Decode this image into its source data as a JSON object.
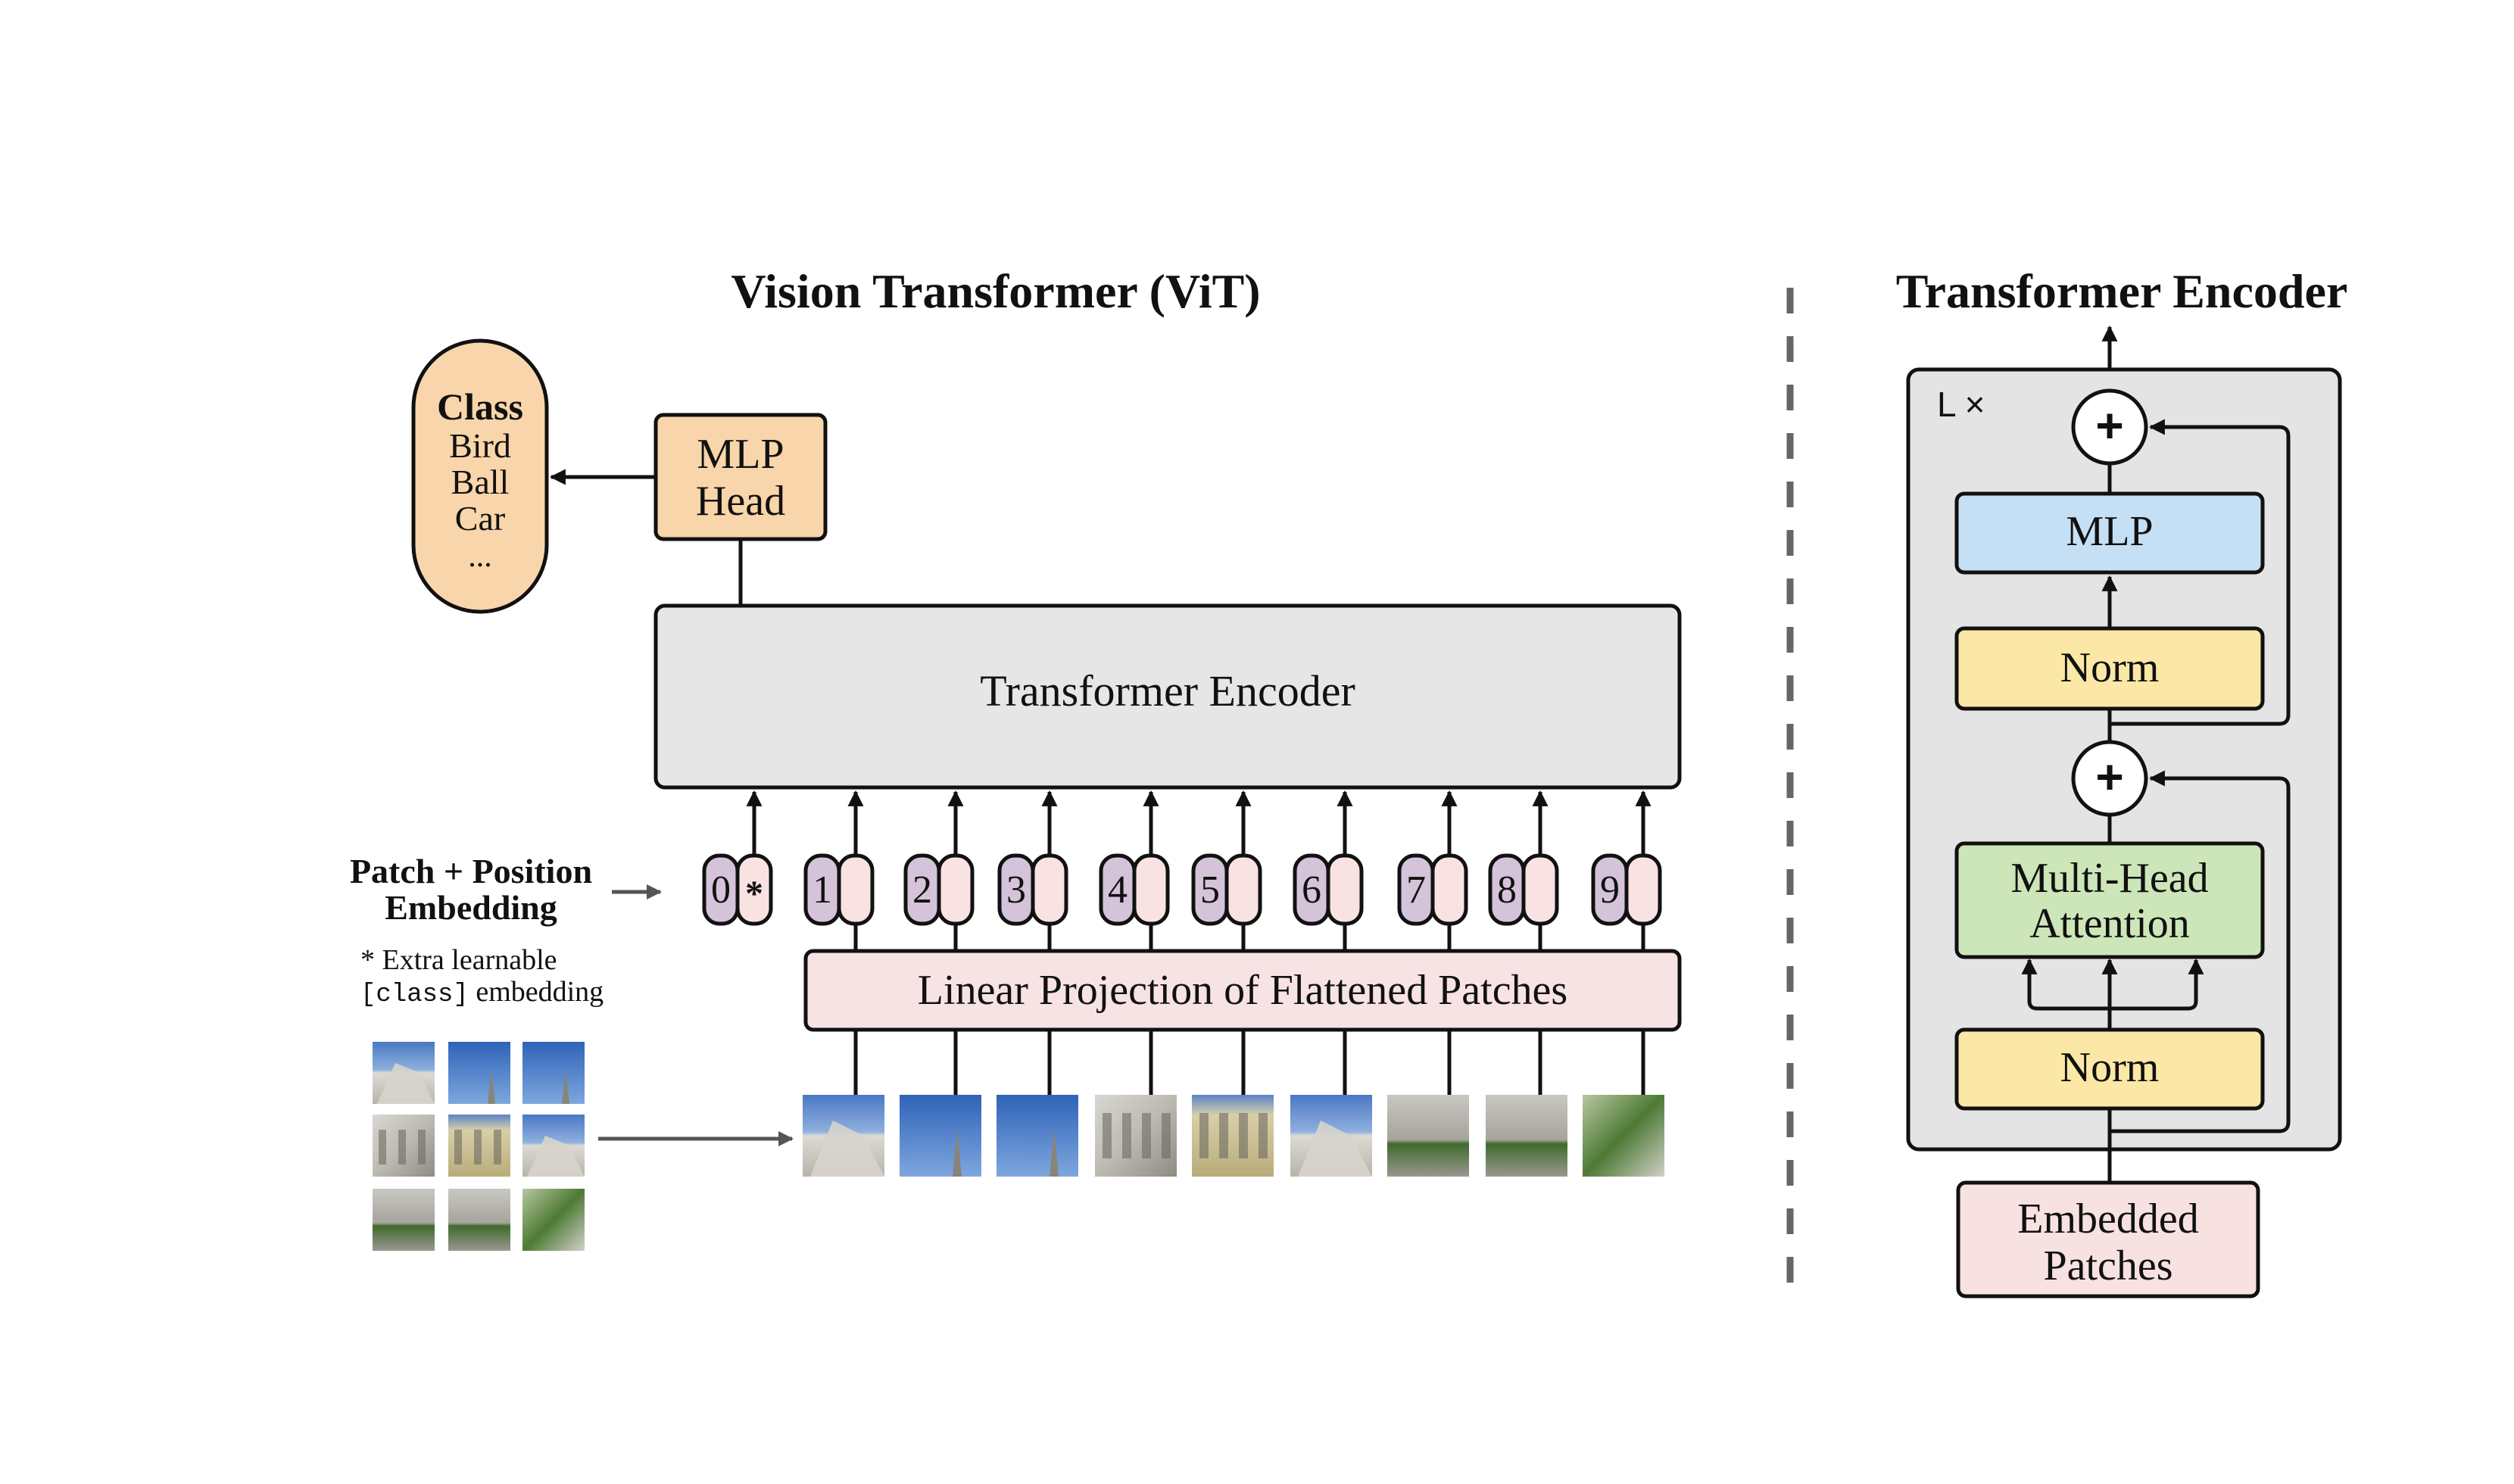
{
  "vit": {
    "title": "Vision Transformer (ViT)",
    "class_box": {
      "heading": "Class",
      "items": [
        "Bird",
        "Ball",
        "Car",
        "..."
      ]
    },
    "mlp_head": {
      "line1": "MLP",
      "line2": "Head"
    },
    "encoder_label": "Transformer Encoder",
    "patch_embedding": {
      "line1": "Patch + Position",
      "line2": "Embedding",
      "note_line1": "* Extra learnable",
      "note_code": "[class]",
      "note_rest": " embedding"
    },
    "tokens": [
      {
        "pos": "0",
        "emb": "*"
      },
      {
        "pos": "1",
        "emb": ""
      },
      {
        "pos": "2",
        "emb": ""
      },
      {
        "pos": "3",
        "emb": ""
      },
      {
        "pos": "4",
        "emb": ""
      },
      {
        "pos": "5",
        "emb": ""
      },
      {
        "pos": "6",
        "emb": ""
      },
      {
        "pos": "7",
        "emb": ""
      },
      {
        "pos": "8",
        "emb": ""
      },
      {
        "pos": "9",
        "emb": ""
      }
    ],
    "linear_projection": "Linear Projection of Flattened Patches"
  },
  "encoder_detail": {
    "title": "Transformer Encoder",
    "repeat_label": "L ×",
    "mlp": "MLP",
    "norm_top": "Norm",
    "mha_line1": "Multi-Head",
    "mha_line2": "Attention",
    "norm_bottom": "Norm",
    "embedded_line1": "Embedded",
    "embedded_line2": "Patches",
    "plus_symbol": "+"
  },
  "colors": {
    "class_fill": "#f8d5aa",
    "mlp_head_fill": "#f8d5aa",
    "encoder_fill": "#e6e6e6",
    "position_fill": "#d4c3d9",
    "patch_emb_fill": "#f9e2e2",
    "linear_fill": "#f7e3e3",
    "mlp_fill": "#c5e0f4",
    "norm_fill": "#fbe8a6",
    "mha_fill": "#cde6b9",
    "embedded_fill": "#f7e1e1",
    "panel_fill": "#e4e4e4",
    "divider": "#666666"
  }
}
